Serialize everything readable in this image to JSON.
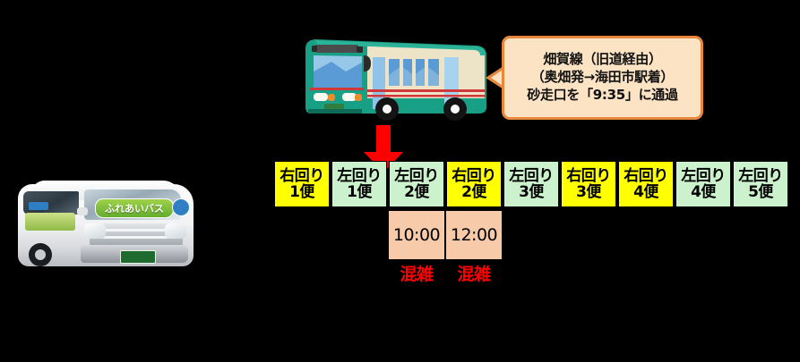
{
  "van": {
    "name": "community-bus-van",
    "logo_text": "ふれあいバス"
  },
  "bus": {
    "name": "route-bus-illustration"
  },
  "callout": {
    "line1": "畑賀線（旧道経由）",
    "line2": "（奥畑発→海田市駅着）",
    "line3": "砂走口を「9:35」に通過",
    "border_color": "#E8873C",
    "fill_color": "#FBE3C3"
  },
  "arrow": {
    "color": "#FF0000",
    "direction": "down"
  },
  "schedule": {
    "colors": {
      "right_loop": "#FFFF00",
      "left_loop": "#CCF2CD",
      "time_cell": "#F7CBAA",
      "status_text": "#FF0000"
    },
    "trips": [
      {
        "direction": "右回り",
        "number": "1便",
        "type": "right",
        "time": "",
        "status": ""
      },
      {
        "direction": "左回り",
        "number": "1便",
        "type": "left",
        "time": "",
        "status": ""
      },
      {
        "direction": "左回り",
        "number": "2便",
        "type": "left",
        "time": "10:00",
        "status": "混雑"
      },
      {
        "direction": "右回り",
        "number": "2便",
        "type": "right",
        "time": "12:00",
        "status": "混雑"
      },
      {
        "direction": "左回り",
        "number": "3便",
        "type": "left",
        "time": "",
        "status": ""
      },
      {
        "direction": "右回り",
        "number": "3便",
        "type": "right",
        "time": "",
        "status": ""
      },
      {
        "direction": "右回り",
        "number": "4便",
        "type": "right",
        "time": "",
        "status": ""
      },
      {
        "direction": "左回り",
        "number": "4便",
        "type": "left",
        "time": "",
        "status": ""
      },
      {
        "direction": "左回り",
        "number": "5便",
        "type": "left",
        "time": "",
        "status": ""
      }
    ],
    "times": [
      {
        "value": "10:00",
        "status": "混雑"
      },
      {
        "value": "12:00",
        "status": "混雑"
      }
    ]
  }
}
